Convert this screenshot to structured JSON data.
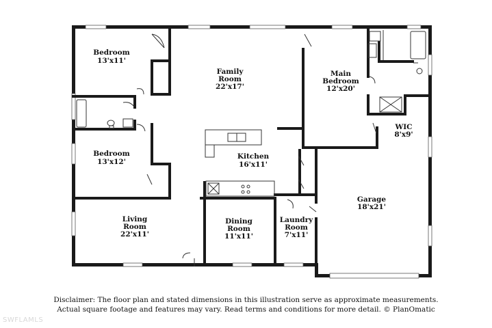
{
  "rooms": {
    "bedroom_1": {
      "name": "Bedroom",
      "size": "13'x11'"
    },
    "family_room": {
      "name": "Family Room",
      "name_line1": "Family",
      "name_line2": "Room",
      "size": "22'x17'"
    },
    "main_bedroom": {
      "name_line1": "Main",
      "name_line2": "Bedroom",
      "size": "12'x20'"
    },
    "wic": {
      "name": "WIC",
      "size": "8'x9'"
    },
    "bedroom_2": {
      "name": "Bedroom",
      "size": "13'x12'"
    },
    "kitchen": {
      "name": "Kitchen",
      "size": "16'x11'"
    },
    "garage": {
      "name": "Garage",
      "size": "18'x21'"
    },
    "living_room": {
      "name_line1": "Living",
      "name_line2": "Room",
      "size": "22'x11'"
    },
    "dining_room": {
      "name_line1": "Dining",
      "name_line2": "Room",
      "size": "11'x11'"
    },
    "laundry_room": {
      "name_line1": "Laundry",
      "name_line2": "Room",
      "size": "7'x11'"
    }
  },
  "disclaimer": {
    "line1": "Disclaimer: The floor plan and stated dimensions in this illustration serve as approximate measurements.",
    "line2": "Actual square footage and features may vary. Read terms and conditions for more detail. © PlanOmatic"
  },
  "watermark": "SWFLAMLS"
}
